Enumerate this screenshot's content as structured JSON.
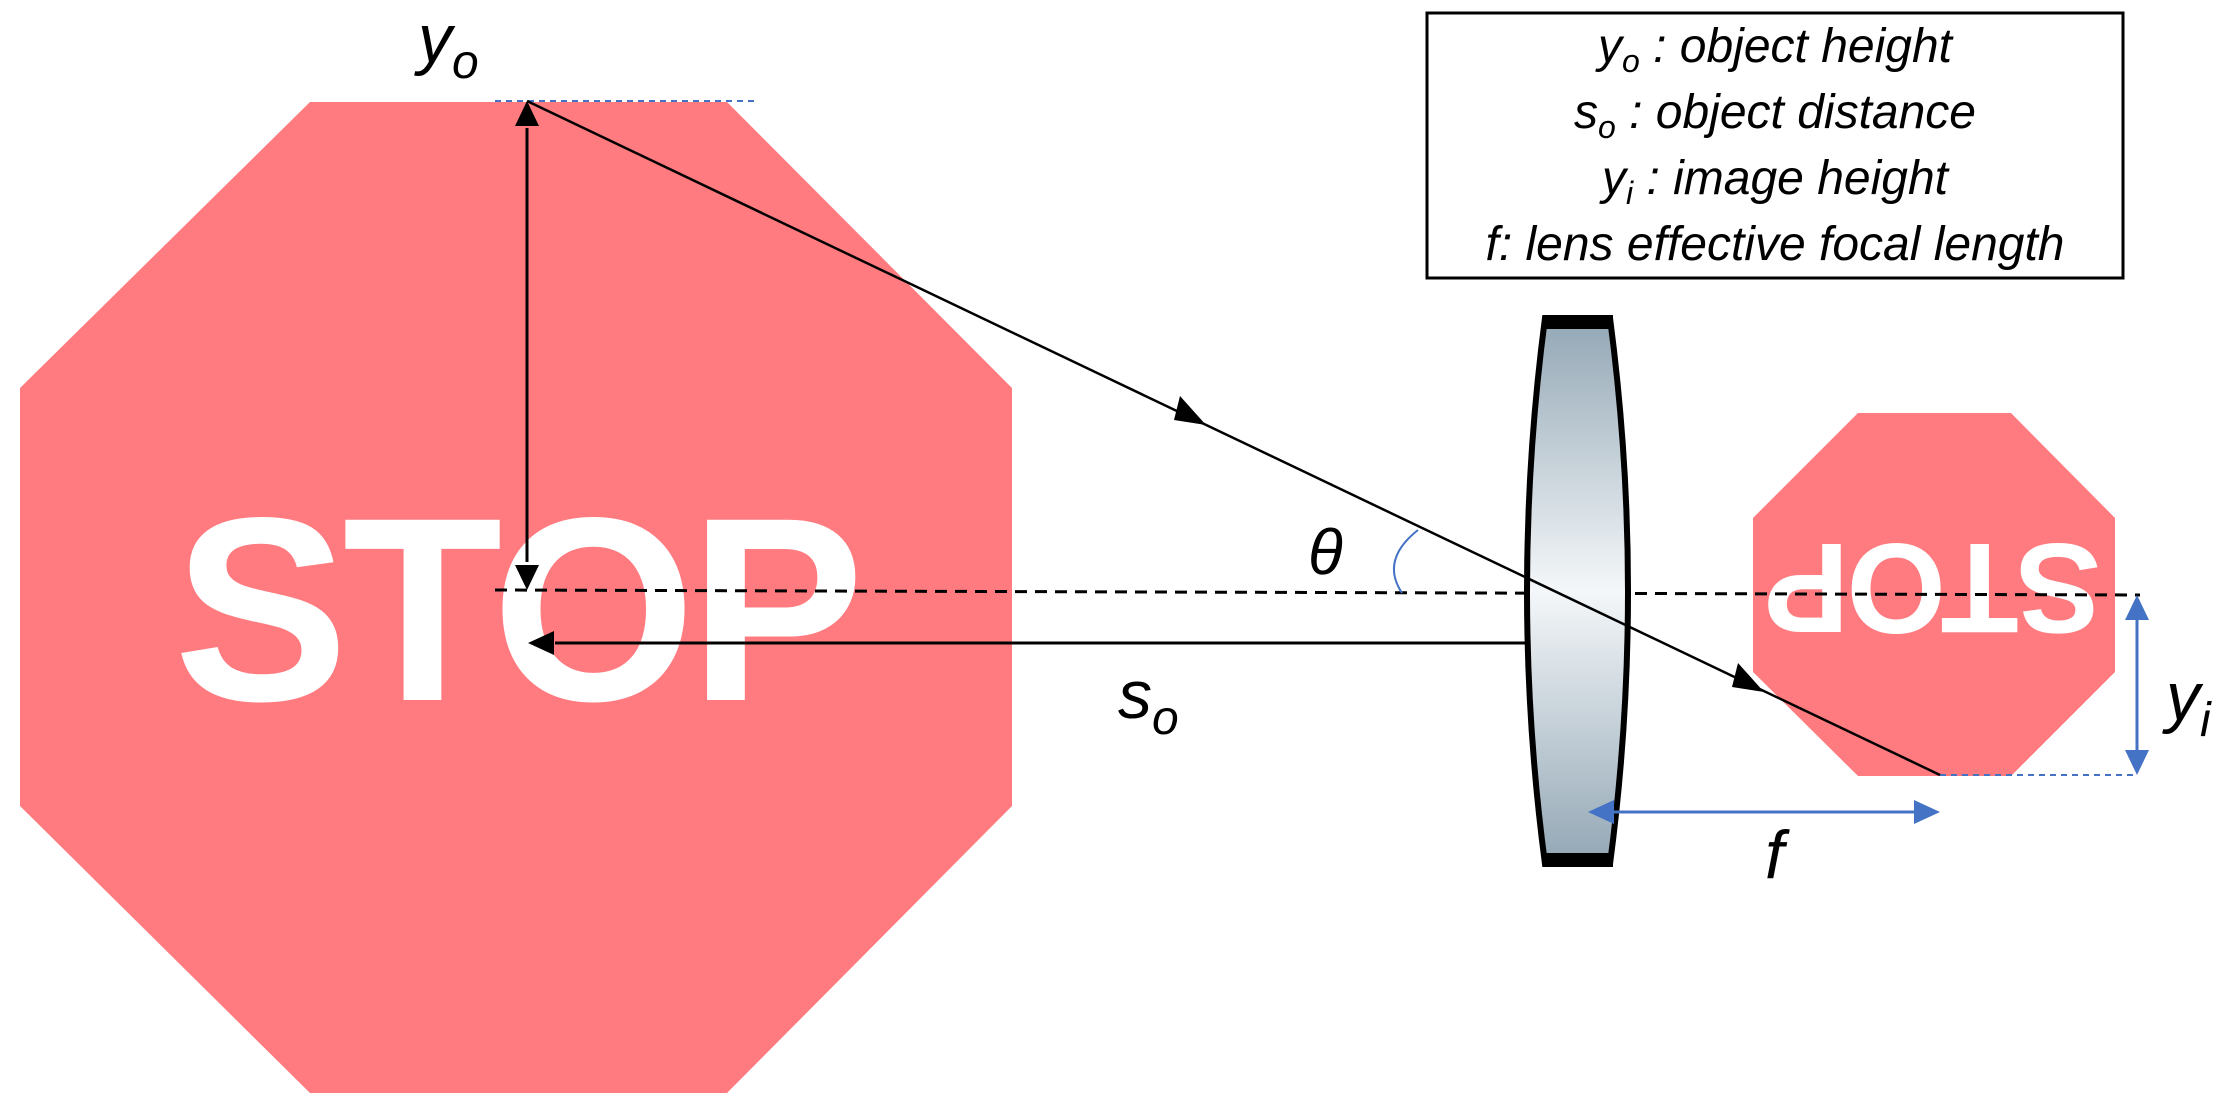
{
  "object_sign": {
    "text": "STOP",
    "fill_color": "#FF7B7F",
    "text_color": "#FFFFFF"
  },
  "image_sign": {
    "text": "STOP",
    "fill_color": "#FF7B7F",
    "text_color": "#FFFFFF"
  },
  "labels": {
    "yo_base": "y",
    "yo_sub": "o",
    "so_base": "s",
    "so_sub": "o",
    "yi_base": "y",
    "yi_sub": "i",
    "theta": "θ",
    "f": "f"
  },
  "legend": {
    "items": [
      {
        "symbol": "y",
        "sub": "o",
        "text": " : object height"
      },
      {
        "symbol": "s",
        "sub": "o",
        "text": " : object distance"
      },
      {
        "symbol": "y",
        "sub": "i",
        "text": " : image height"
      },
      {
        "symbol": "f",
        "sub": "",
        "text": ": lens effective focal length"
      }
    ]
  },
  "colors": {
    "ray": "#000000",
    "accent_blue": "#4472C4",
    "lens_edge": "#000000",
    "lens_light": "#F4F7F9",
    "lens_dark": "#93A7B5"
  }
}
